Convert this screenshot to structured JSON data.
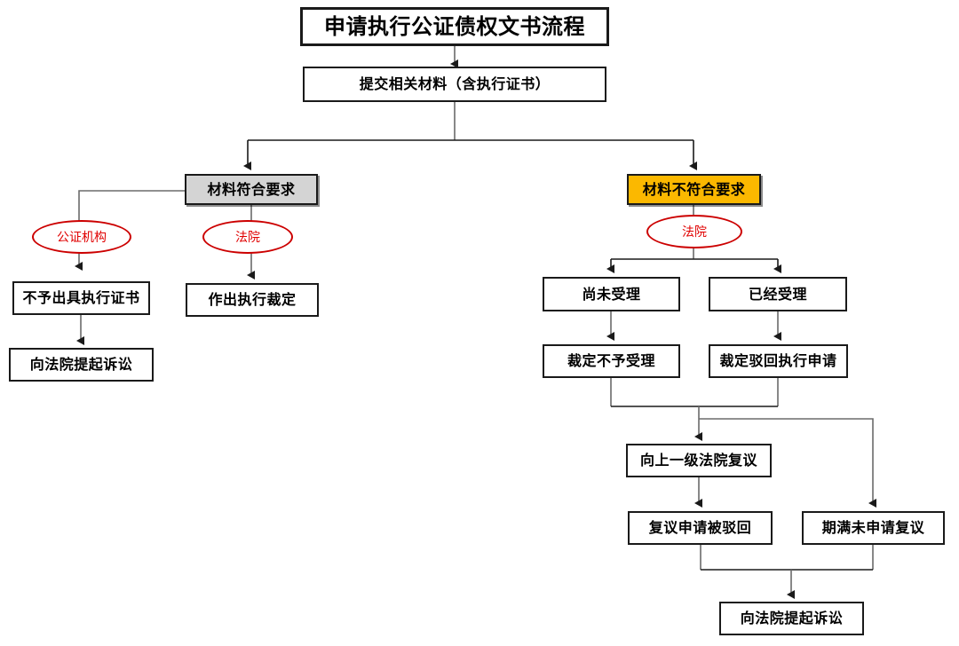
{
  "diagram": {
    "title": "申请执行公证债权文书流程",
    "colors": {
      "box_border": "#1a1a1a",
      "box_fill": "#ffffff",
      "gray_fill": "#d4d4d4",
      "orange_fill": "#fbb800",
      "ellipse_stroke": "#cc0000",
      "ellipse_text": "#e00000",
      "connector": "#6b6b6b",
      "connector_dark": "#1a1a1a"
    },
    "nodes": {
      "title": "申请执行公证债权文书流程",
      "submit": "提交相关材料（含执行证书）",
      "qualified": "材料符合要求",
      "unqualified": "材料不符合要求",
      "notary_office": "公证机构",
      "court_left": "法院",
      "court_right": "法院",
      "refuse_issue": "不予出具执行证书",
      "make_ruling": "作出执行裁定",
      "sue_left": "向法院提起诉讼",
      "not_accepted": "尚未受理",
      "already_accepted": "已经受理",
      "rule_not_accept": "裁定不予受理",
      "rule_reject": "裁定驳回执行申请",
      "review_upper": "向上一级法院复议",
      "review_rejected": "复议申请被驳回",
      "no_review": "期满未申请复议",
      "sue_right": "向法院提起诉讼"
    }
  }
}
